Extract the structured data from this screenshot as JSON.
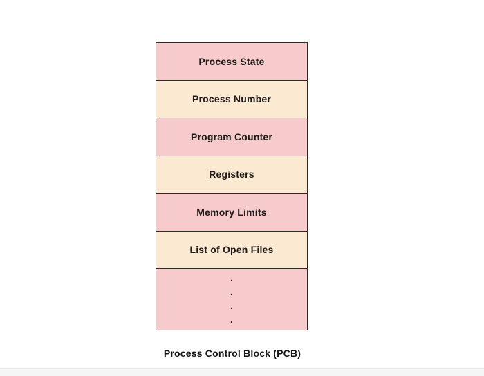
{
  "diagram": {
    "rows": [
      {
        "label": "Process State"
      },
      {
        "label": "Process Number"
      },
      {
        "label": "Program Counter"
      },
      {
        "label": "Registers"
      },
      {
        "label": "Memory Limits"
      },
      {
        "label": "List of Open Files"
      }
    ],
    "ellipsis": [
      ".",
      ".",
      ".",
      "."
    ]
  },
  "caption": "Process Control Block (PCB)",
  "colors": {
    "pink_fill": "#f7cbcb",
    "peach_fill": "#fbe9d1",
    "border": "#2e2a28",
    "background": "#ffffff"
  }
}
